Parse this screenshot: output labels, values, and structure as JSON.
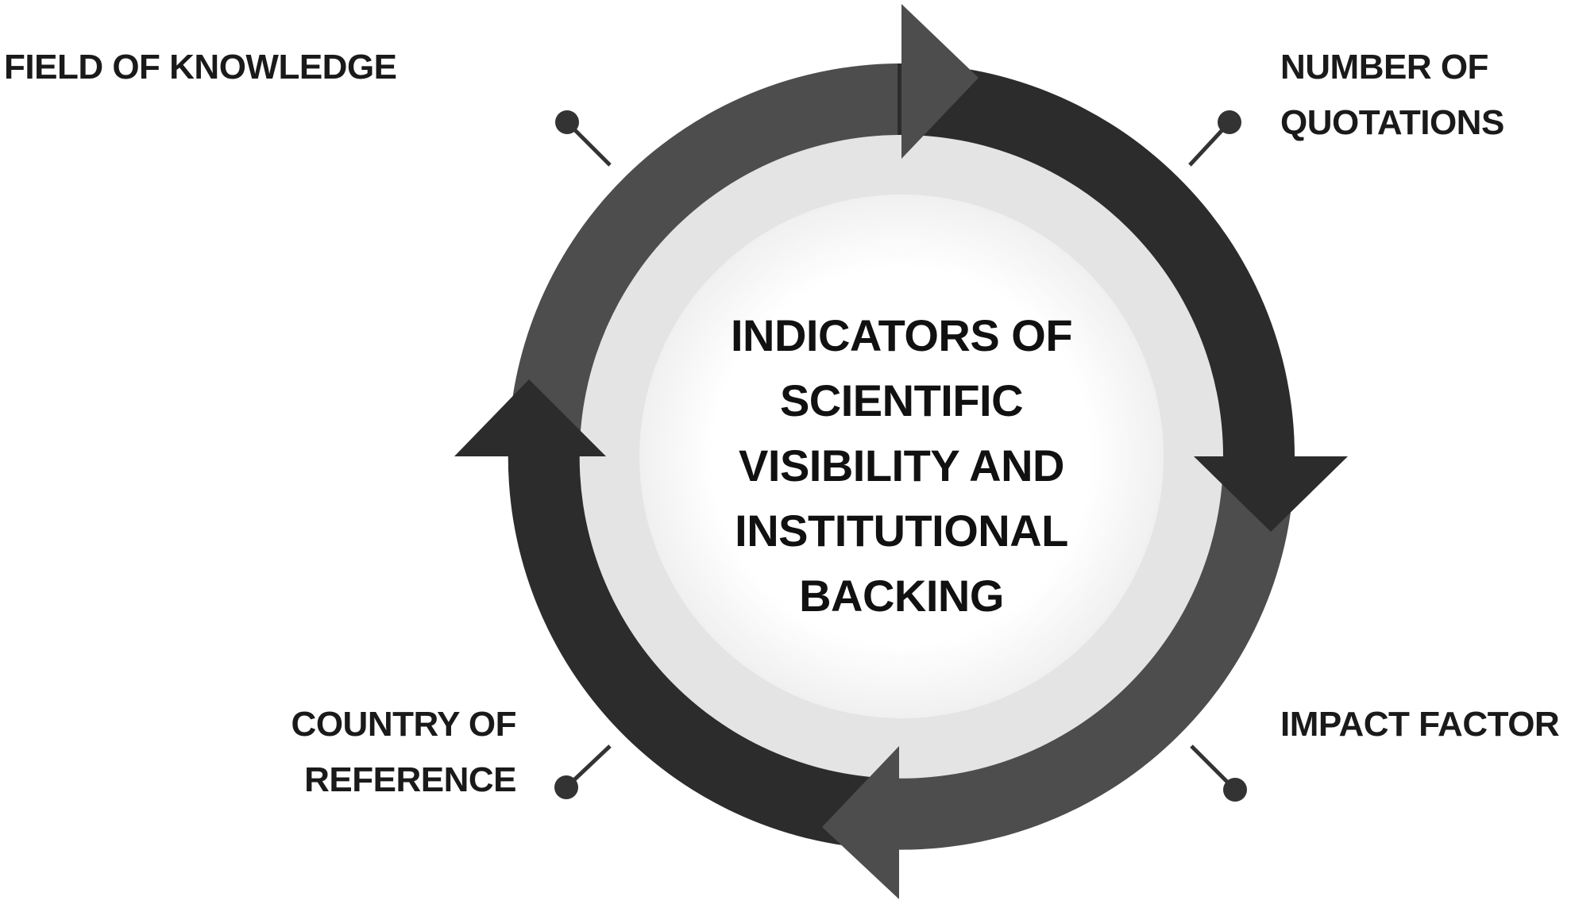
{
  "diagram": {
    "center_title": {
      "lines": [
        "INDICATORS OF",
        "SCIENTIFIC",
        "VISIBILITY AND",
        "INSTITUTIONAL",
        "BACKING"
      ]
    },
    "nodes": [
      {
        "id": "field",
        "lines": [
          "FIELD OF KNOWLEDGE"
        ]
      },
      {
        "id": "quotations",
        "lines": [
          "NUMBER OF",
          "QUOTATIONS"
        ]
      },
      {
        "id": "impact",
        "lines": [
          "IMPACT FACTOR"
        ]
      },
      {
        "id": "country",
        "lines": [
          "COUNTRY OF",
          "REFERENCE"
        ]
      }
    ],
    "colors": {
      "arrow_dark": "#2c2c2c",
      "arrow_medium": "#4d4d4d",
      "inner_ring": "#e4e4e4",
      "center_fill": "#ffffff",
      "connector": "#333333",
      "text": "#1a1a1a"
    }
  }
}
